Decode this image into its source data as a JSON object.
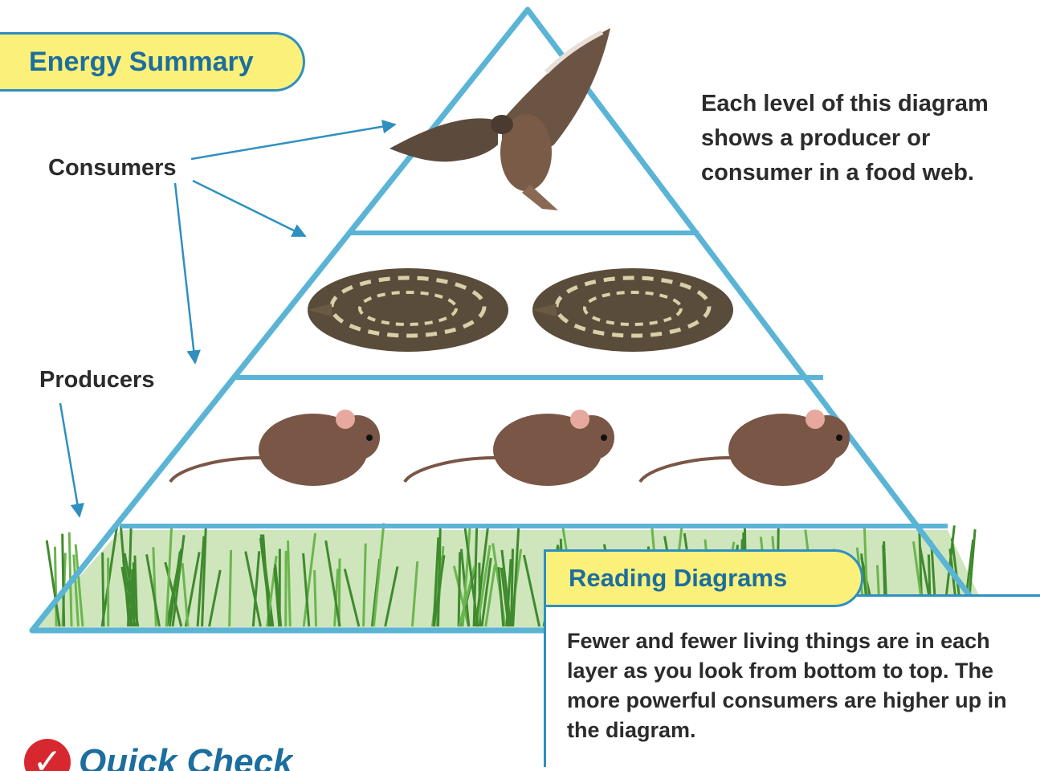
{
  "section": {
    "title": "Energy Summary"
  },
  "labels": {
    "consumers": "Consumers",
    "producers": "Producers"
  },
  "description": "Each level of this diagram shows a producer or consumer in a food web.",
  "pyramid": {
    "levels": [
      {
        "name": "top",
        "organism": "eagle",
        "count": 1
      },
      {
        "name": "second",
        "organism": "snake",
        "count": 2
      },
      {
        "name": "third",
        "organism": "mouse",
        "count": 3
      },
      {
        "name": "base",
        "organism": "grass",
        "count": 1
      }
    ]
  },
  "callout": {
    "title": "Reading Diagrams",
    "text": "Fewer and fewer living things are in each layer as you look from bottom to top. The more powerful consumers are higher up in the diagram."
  },
  "footer": {
    "label": "Quick Check",
    "icon": "checkmark-icon"
  },
  "colors": {
    "accent": "#2f8fc0",
    "banner": "#fbf07a",
    "heading": "#1c6e9e",
    "pyramid_line": "#5ab4d6",
    "grass": "#4f9a3a",
    "check": "#d7282f"
  }
}
